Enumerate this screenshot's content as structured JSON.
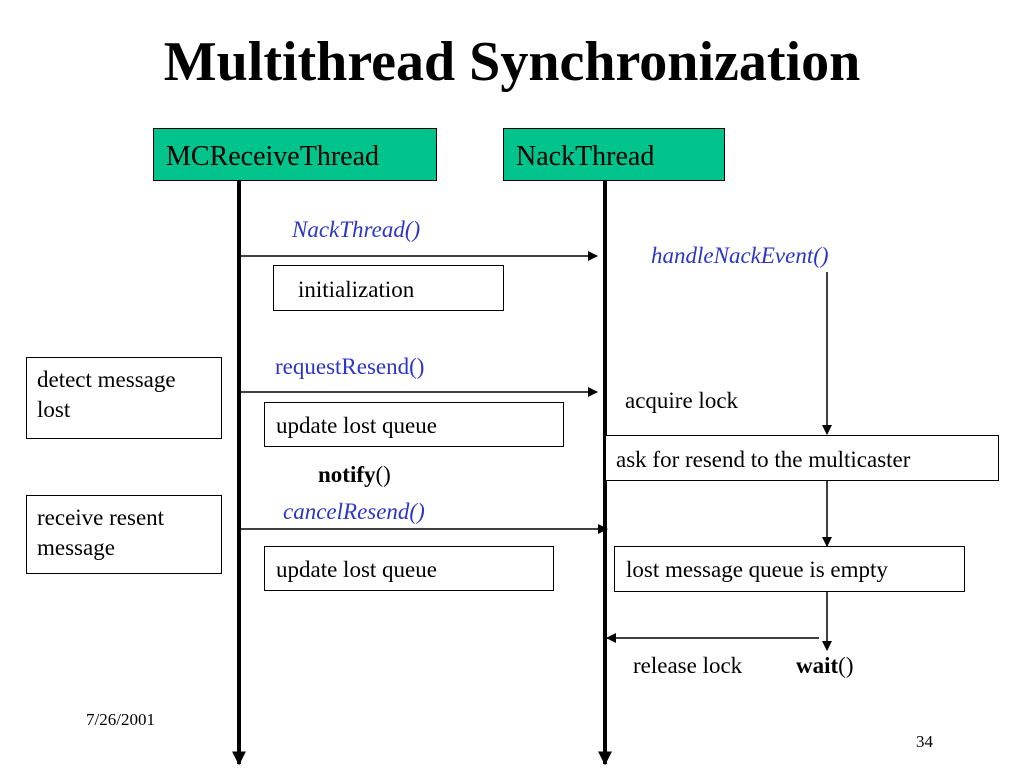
{
  "title": "Multithread Synchronization",
  "threads": {
    "left": "MCReceiveThread",
    "right": "NackThread"
  },
  "messages": {
    "nack_thread": "NackThread()",
    "handle_nack_event": "handleNackEvent()",
    "request_resend": "requestResend()",
    "cancel_resend": "cancelResend()"
  },
  "boxes": {
    "initialization": "initialization",
    "detect_lost": "detect message lost",
    "update_lost_queue_1": "update lost queue",
    "ask_resend": "ask for resend to the multicaster",
    "receive_resent": "receive resent message",
    "update_lost_queue_2": "update lost queue",
    "queue_empty": "lost message queue is empty"
  },
  "labels": {
    "acquire_lock": "acquire lock",
    "notify_bold": "notify",
    "notify_parens": "()",
    "release_lock": "release lock",
    "wait_bold": "wait",
    "wait_parens": "()"
  },
  "footer": {
    "date": "7/26/2001",
    "page": "34"
  },
  "colors": {
    "thread_header": "#00c48c",
    "method_text": "#2b35c9"
  }
}
